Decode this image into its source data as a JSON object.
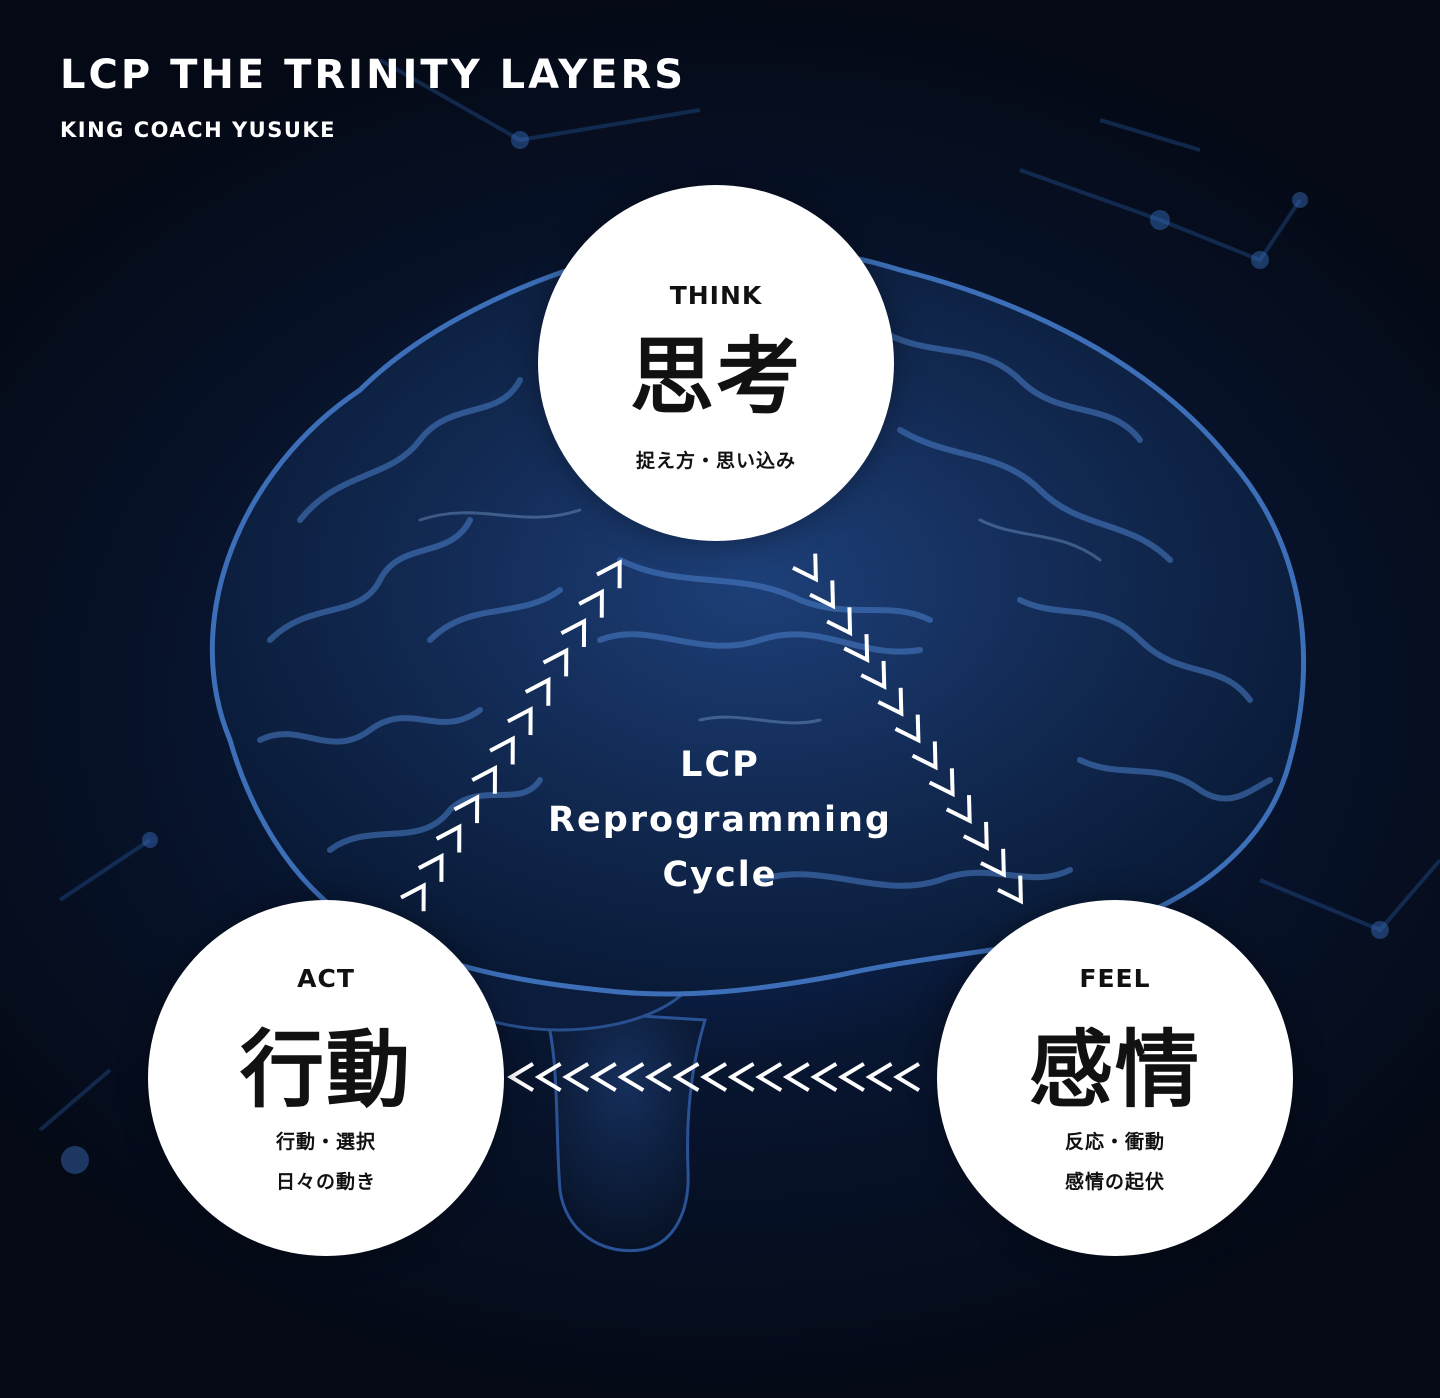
{
  "header": {
    "title": "LCP THE TRINITY LAYERS",
    "subtitle": "KING COACH YUSUKE"
  },
  "center": {
    "line1": "LCP",
    "line2": "Reprogramming",
    "line3": "Cycle"
  },
  "nodes": {
    "think": {
      "en": "THINK",
      "jp": "思考",
      "desc_line1": "捉え方・思い込み"
    },
    "act": {
      "en": "ACT",
      "jp": "行動",
      "desc_line1": "行動・選択",
      "desc_line2": "日々の動き"
    },
    "feel": {
      "en": "FEEL",
      "jp": "感情",
      "desc_line1": "反応・衝動",
      "desc_line2": "感情の起伏"
    }
  },
  "flow": {
    "think_to_feel": {
      "from": "think",
      "to": "feel"
    },
    "feel_to_act": {
      "from": "feel",
      "to": "act"
    },
    "act_to_think": {
      "from": "act",
      "to": "think"
    }
  },
  "colors": {
    "background": "#08152f",
    "glow": "#286edc",
    "node_fill": "#ffffff",
    "text_dark": "#111111",
    "text_light": "#ffffff"
  }
}
